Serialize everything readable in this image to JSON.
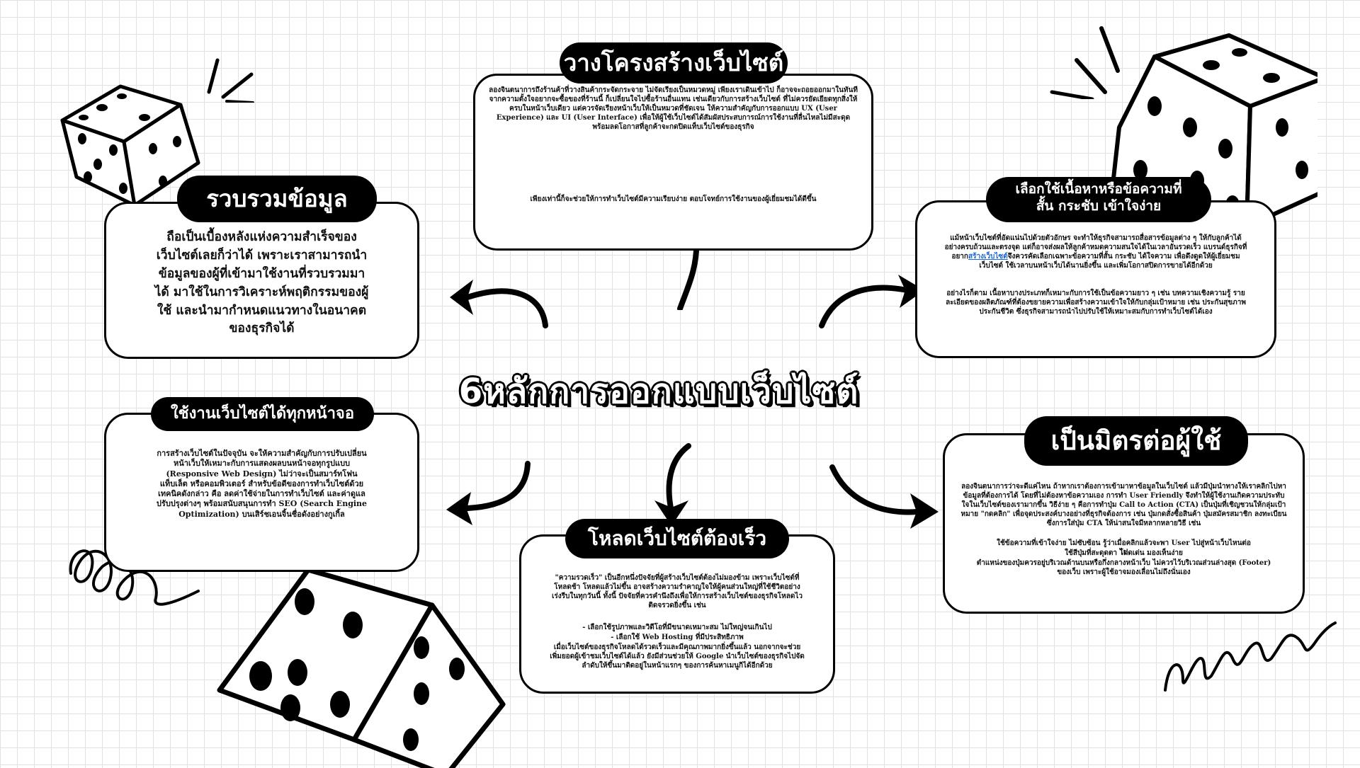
{
  "main_title": "6หลักการออกแบบเว็บไซต์",
  "cards": {
    "structure": {
      "title": "วางโครงสร้างเว็บไซต์",
      "p1": "ลองจินตนาการถึงร้านค้าที่วางสินค้ากระจัดกระจาย ไม่จัดเรียงเป็นหมวดหมู่ เพียงเราเดินเข้าไป ก็อาจจะถอยออกมาในทันที จากความตั้งใจอยากจะซื้อของที่ร้านนี้ ก็เปลี่ยนใจไปซื้อร้านอื่นแทน เช่นเดียวกับการสร้างเว็บไซต์ ที่ไม่ควรยัดเยียดทุกสิ่งให้ครบในหน้าเว็บเดียว แต่ควรจัดเรียงหน้าเว็บให้เป็นหมวดที่ชัดเจน ให้ความสำคัญกับการออกแบบ UX (User Experience) และ UI (User Interface) เพื่อให้ผู้ใช้เว็บไซต์ได้สัมผัสประสบการณ์การใช้งานที่ลื่นไหลไม่มีสะดุด พร้อมลดโอกาสที่ลูกค้าจะกดปิดแท็บเว็บไซต์ของธุรกิจ",
      "p2": "เพียงเท่านี้ก็จะช่วยให้การทำเว็บไซต์มีความเรียบง่าย ตอบโจทย์การใช้งานของผู้เยี่ยมชมได้ดีขึ้น"
    },
    "collect": {
      "title": "รวบรวมข้อมูล",
      "body": "ถือเป็นเบื้องหลังแห่งความสำเร็จของเว็บไซต์เลยก็ว่าได้ เพราะเราสามารถนำข้อมูลของผู้ที่เข้ามาใช้งานที่รวบรวมมาได้ มาใช้ในการวิเคราะห์พฤติกรรมของผู้ใช้ และนำมากำหนดแนวทางในอนาคตของธุรกิจได้"
    },
    "content": {
      "title_line1": "เลือกใช้เนื้อหาหรือข้อความที่",
      "title_line2": "สั้น กระชับ เข้าใจง่าย",
      "p1_before": "แม้หน้าเว็บไซต์ที่อัดแน่นไปด้วยตัวอักษร จะทำให้ธุรกิจสามารถสื่อสารข้อมูลต่าง ๆ ให้กับลูกค้าได้อย่างครบถ้วนและตรงจุด แต่ก็อาจส่งผลให้ลูกค้าหมดความสนใจได้ในเวลาอันรวดเร็ว แบรนด์ธุรกิจที่อยาก",
      "p1_link": "สร้างเว็บไซต์",
      "p1_after": "จึงควรคัดเลือกเฉพาะข้อความที่สั้น กระชับ ได้ใจความ เพื่อดึงดูดให้ผู้เยี่ยมชมเว็บไซต์ ใช้เวลาบนหน้าเว็บได้นานยิ่งขึ้น และเพิ่มโอกาสปิดการขายได้อีกด้วย",
      "p2": "อย่างไรก็ตาม เนื้อหาบางประเภทก็เหมาะกับการใช้เป็นข้อความยาว ๆ เช่น บทความเชิงความรู้ รายละเอียดของผลิตภัณฑ์ที่ต้องขยายความเพื่อสร้างความเข้าใจให้กับกลุ่มเป้าหมาย เช่น ประกันสุขภาพ ประกันชีวิต ซึ่งธุรกิจสามารถนำไปปรับใช้ให้เหมาะสมกับการทำเว็บไซต์ได้เอง"
    },
    "responsive": {
      "title": "ใช้งานเว็บไซต์ได้ทุกหน้าจอ",
      "body": "การสร้างเว็บไซต์ในปัจจุบัน จะให้ความสำคัญกับการปรับเปลี่ยนหน้าเว็บให้เหมาะกับการแสดงผลบนหน้าจอทุกรูปแบบ (Responsive Web Design) ไม่ว่าจะเป็นสมาร์ทโฟน แท็บเล็ต หรือคอมพิวเตอร์ สำหรับข้อดีของการทำเว็บไซต์ด้วยเทคนิคดังกล่าว คือ ลดค่าใช้จ่ายในการทำเว็บไซต์ และค่าดูแลปรับปรุงต่างๆ พร้อมสนับสนุนการทำ SEO (Search Engine Optimization) บนเสิร์ชเอนจิ้นชื่อดังอย่างกูเกิ้ล"
    },
    "speed": {
      "title": "โหลดเว็บไซต์ต้องเร็ว",
      "p1": "\"ความรวดเร็ว\" เป็นอีกหนึ่งปัจจัยที่ผู้สร้างเว็บไซต์ต้องไม่มองข้าม เพราะเว็บไซต์ที่โหลดช้า โหลดแล้วไม่ขึ้น อาจสร้างความรำคาญใจให้ผู้คนส่วนใหญ่ที่ใช้ชีวิตอย่างเร่งรีบในทุกวันนี้ ทั้งนี้ ปัจจัยที่ควรคำนึงถึงเพื่อให้การสร้างเว็บไซต์ของธุรกิจโหลดไวติดจรวดยิ่งขึ้น เช่น",
      "p2": "- เลือกใช้รูปภาพและวิดีโอที่มีขนาดเหมาะสม ไม่ใหญ่จนเกินไป",
      "p3": "- เลือกใช้ Web Hosting ที่มีประสิทธิภาพ",
      "p4": "เมื่อเว็บไซต์ของธุรกิจโหลดได้รวดเร็วและมีคุณภาพมากยิ่งขึ้นแล้ว นอกจากจะช่วยเพิ่มยอดผู้เข้าชมเว็บไซต์ได้แล้ว ยังมีส่วนช่วยให้ Google นำเว็บไซต์ของธุรกิจไปจัดลำดับให้ขึ้นมาติดอยู่ในหน้าแรกๆ ของการค้นหาเมนูกิได้อีกด้วย"
    },
    "friendly": {
      "title": "เป็นมิตรต่อผู้ใช้",
      "p1": "ลองจินตนาการว่าจะดีแค่ไหน ถ้าหากเราต้องการเข้ามาหาข้อมูลในเว็บไซต์ แล้วมีปุ่มนำทางให้เราคลิกไปหาข้อมูลที่ต้องการได้ โดยที่ไม่ต้องหาข้อความเอง การทำ User Friendly จึงทำให้ผู้ใช้งานเกิดความประทับใจในเว็บไซต์ของเรามากขึ้น วิธีง่าย ๆ คือการทำปุ่ม Call to Action (CTA) เป็นปุ่มที่เชิญชวนให้กลุ่มเป้าหมาย \"กดคลิก\" เพื่อจุดประสงค์บางอย่างที่ธุรกิจต้องการ เช่น ปุ่มกดสั่งซื้อสินค้า ปุ่มสมัครสมาชิก ลงทะเบียน ซึ่งการใส่ปุ่ม CTA ให้น่าสนใจมีหลากหลายวิธี เช่น",
      "p2": "ใช้ข้อความที่เข้าใจง่าย ไม่ซับซ้อน รู้ว่าเมื่อคลิกแล้วจะพา User ไปสู่หน้าเว็บไหนต่อไป",
      "p3": "ใช้สีปุ่มที่สะดุดตา โดดเด่น มองเห็นง่าย",
      "p4": "ตำแหน่งของปุ่มควรอยู่บริเวณด้านบนหรือกึ่งกลางหน้าเว็บ ไม่ควรไว้บริเวณส่วนล่างสุด (Footer) ของเว็บ เพราะผู้ใช้อาจมองเลื่อนไม่ถึงนั่นเอง"
    }
  },
  "colors": {
    "ink": "#000000",
    "paper": "#ffffff",
    "grid": "#e2e2e2",
    "link": "#1a66d6"
  },
  "icons": [
    "curved-arrow-icon",
    "dice-icon",
    "scribble-icon",
    "spark-lines-icon"
  ]
}
